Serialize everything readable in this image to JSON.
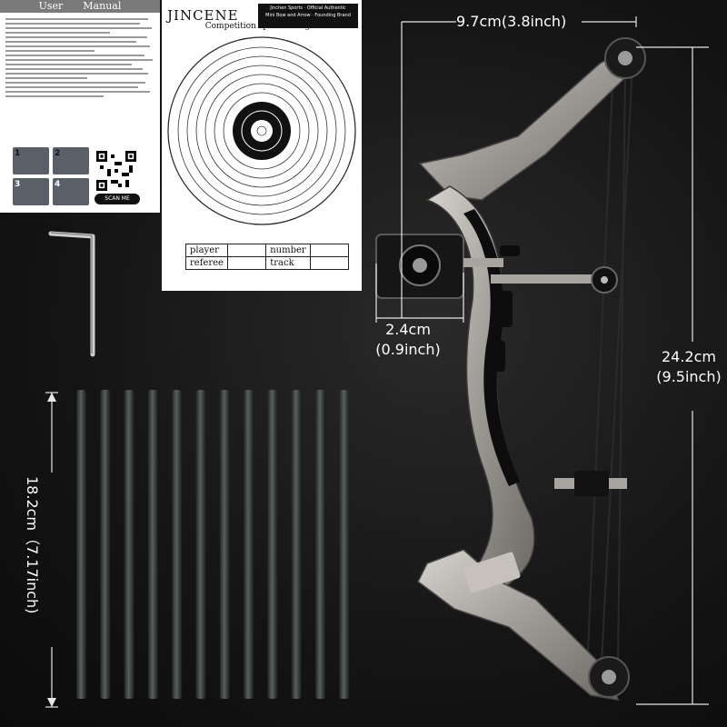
{
  "manual": {
    "title_left": "User",
    "title_right": "Manual",
    "scan_label": "SCAN ME",
    "step_numbers": [
      "1",
      "2",
      "3",
      "4"
    ]
  },
  "target_sheet": {
    "brand": "JINCENE",
    "brand_badge": [
      "Jinchen Sports · Official Authentic",
      "Mini Bow and Arrow · Founding Brand"
    ],
    "caption": "Competition specific target",
    "table": [
      [
        "player",
        "number"
      ],
      [
        "referee",
        "track"
      ]
    ]
  },
  "dimensions": {
    "width": "9.7cm(3.8inch)",
    "rest_width_cm": "2.4cm",
    "rest_width_in": "(0.9inch)",
    "bow_height_cm": "24.2cm",
    "bow_height_in": "(9.5inch)",
    "arrow_length": "18.2cm（7.17inch)"
  },
  "arrows": {
    "count": 12
  },
  "colors": {
    "background": "#141414",
    "dimension_text": "#ffffff",
    "bow_metal": "#b5b2ad",
    "bow_black": "#0d0d0d"
  }
}
